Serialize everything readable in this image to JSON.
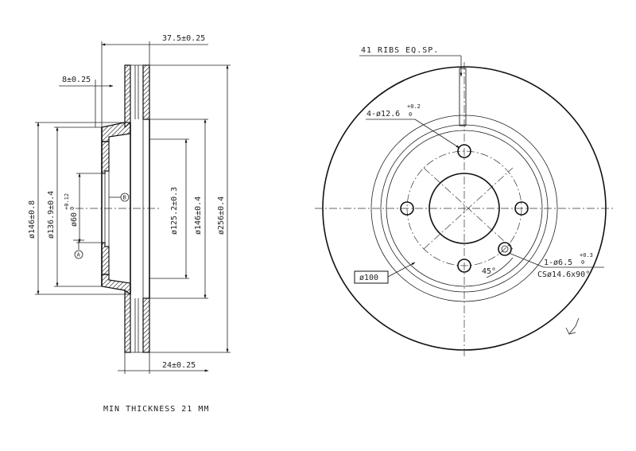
{
  "side_view": {
    "dim_width_top": "37.5±0.25",
    "dim_hub_thickness": "8±0.25",
    "dim_outer_dia_hub": "ø146±0.8",
    "dim_hub_dia": "ø136.9±0.4",
    "dim_bore_dia": "ø60",
    "dim_bore_tol": "+0.12",
    "dim_bore_tol2": "0",
    "dim_hat_dia": "ø125.2±0.3",
    "dim_friction_inner": "ø146±0.4",
    "dim_outer_dia": "ø256±0.4",
    "dim_width_bottom": "24±0.25",
    "datum_a": "A",
    "datum_b": "B"
  },
  "front_view": {
    "ribs_note": "41 RIBS EQ.SP.",
    "hole_dia": "4-ø12.6",
    "hole_tol_top": "+0.2",
    "hole_tol_bot": "0",
    "pcd": "ø100",
    "angle": "45°",
    "small_hole": "1-ø6.5",
    "small_hole_tol_top": "+0.3",
    "small_hole_tol_bot": "0",
    "countersink": "CSø14.6x90°"
  },
  "notes": {
    "min_thickness": "MIN THICKNESS 21 MM"
  }
}
